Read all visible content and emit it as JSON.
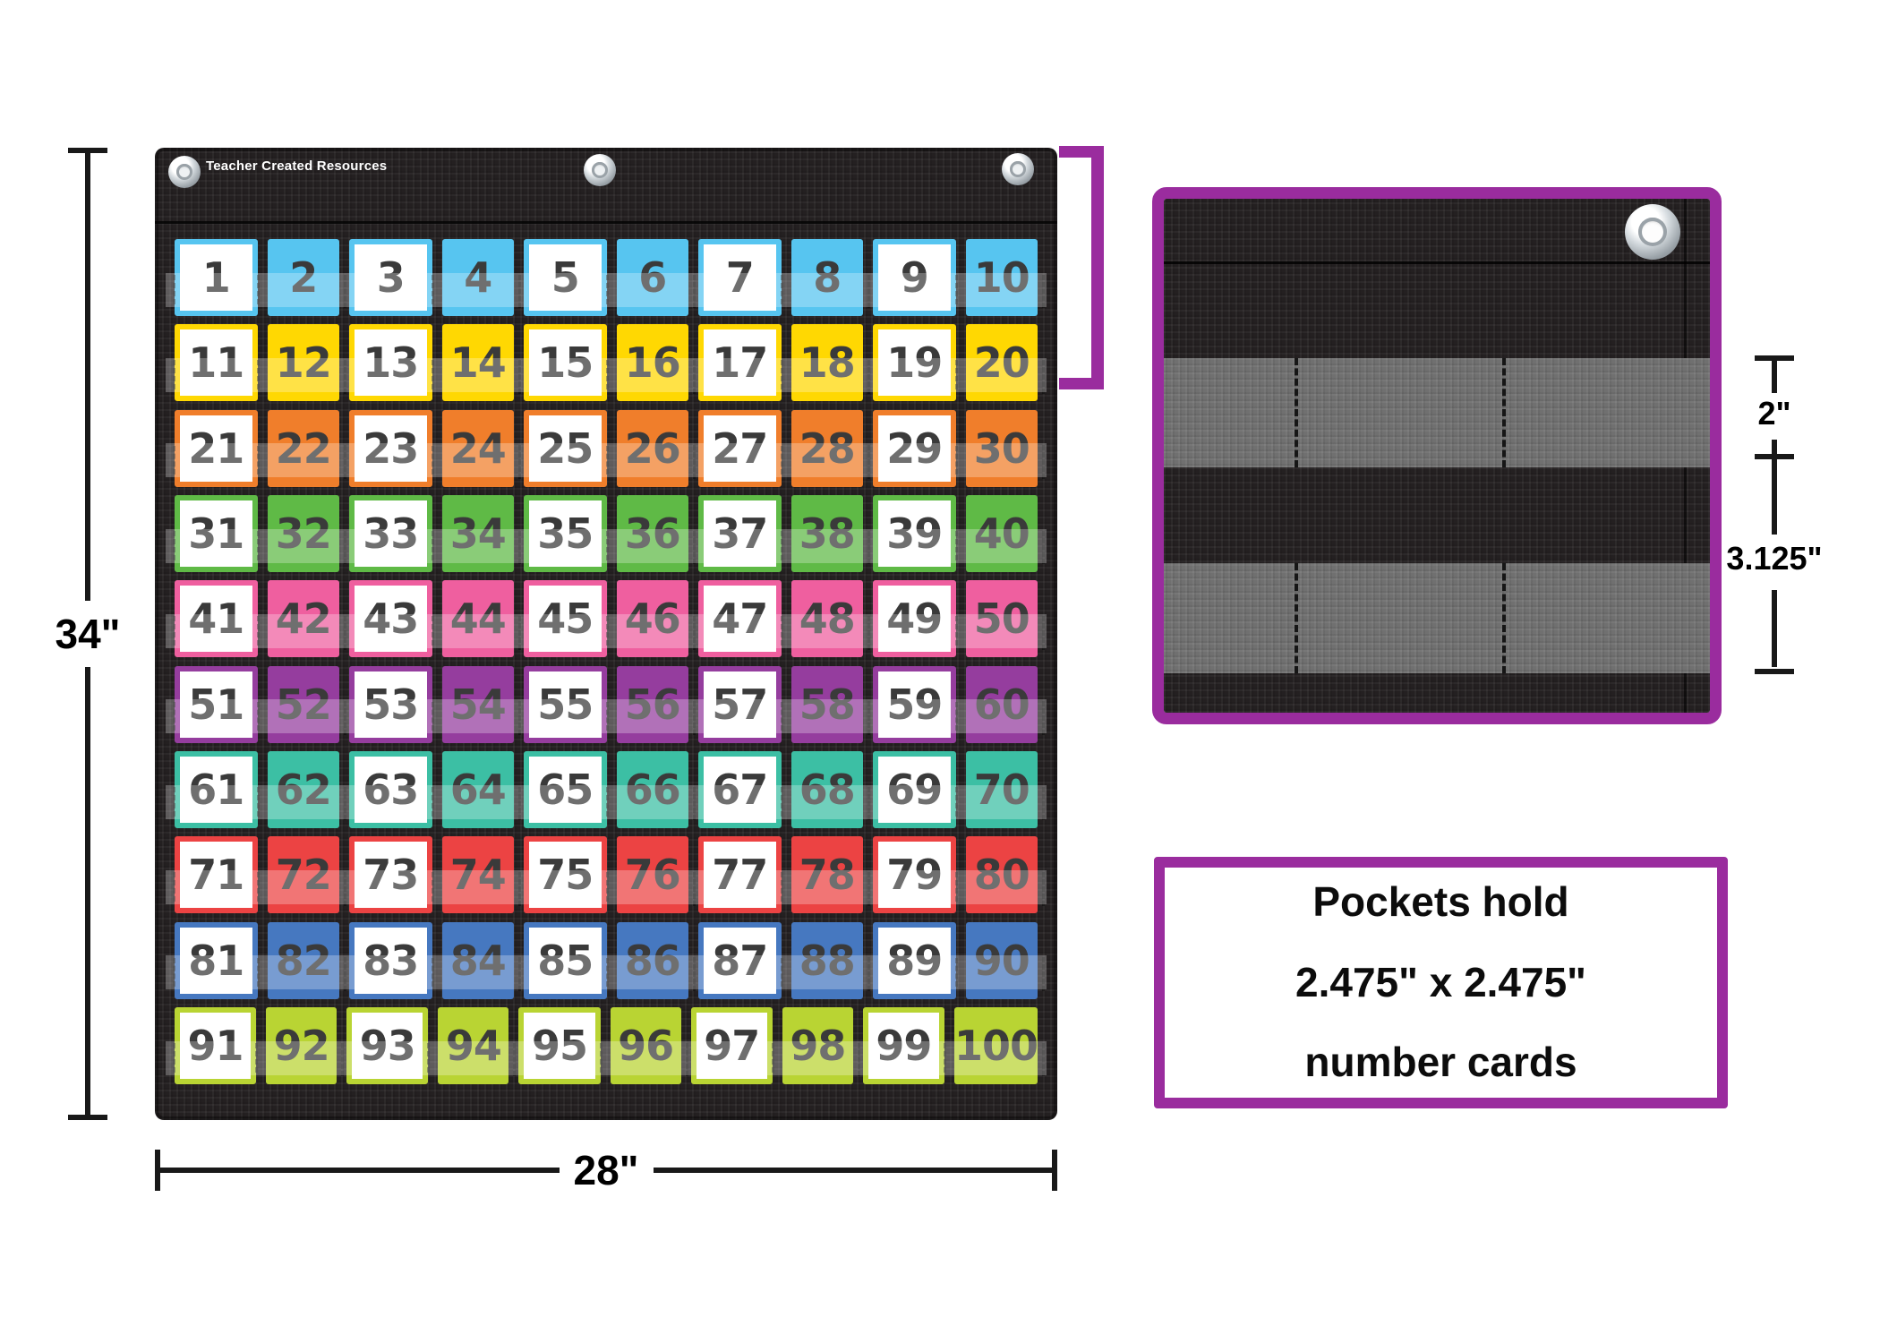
{
  "brand": {
    "logo_text": "Teacher Created Resources"
  },
  "colors": {
    "accent_purple": "#9A2C9E",
    "fabric_black": "#242021",
    "pocket_strip_gray": "#707070",
    "number_text": "#3a3a3a"
  },
  "chart": {
    "rows": [
      {
        "color": "#57C5F0",
        "numbers": [
          "1",
          "2",
          "3",
          "4",
          "5",
          "6",
          "7",
          "8",
          "9",
          "10"
        ]
      },
      {
        "color": "#FFD802",
        "numbers": [
          "11",
          "12",
          "13",
          "14",
          "15",
          "16",
          "17",
          "18",
          "19",
          "20"
        ]
      },
      {
        "color": "#F07E2B",
        "numbers": [
          "21",
          "22",
          "23",
          "24",
          "25",
          "26",
          "27",
          "28",
          "29",
          "30"
        ]
      },
      {
        "color": "#5FBA46",
        "numbers": [
          "31",
          "32",
          "33",
          "34",
          "35",
          "36",
          "37",
          "38",
          "39",
          "40"
        ]
      },
      {
        "color": "#EF5F9F",
        "numbers": [
          "41",
          "42",
          "43",
          "44",
          "45",
          "46",
          "47",
          "48",
          "49",
          "50"
        ]
      },
      {
        "color": "#953D9E",
        "numbers": [
          "51",
          "52",
          "53",
          "54",
          "55",
          "56",
          "57",
          "58",
          "59",
          "60"
        ]
      },
      {
        "color": "#3CBFA4",
        "numbers": [
          "61",
          "62",
          "63",
          "64",
          "65",
          "66",
          "67",
          "68",
          "69",
          "70"
        ]
      },
      {
        "color": "#EC4343",
        "numbers": [
          "71",
          "72",
          "73",
          "74",
          "75",
          "76",
          "77",
          "78",
          "79",
          "80"
        ]
      },
      {
        "color": "#4678C0",
        "numbers": [
          "81",
          "82",
          "83",
          "84",
          "85",
          "86",
          "87",
          "88",
          "89",
          "90"
        ]
      },
      {
        "color": "#B9D433",
        "numbers": [
          "91",
          "92",
          "93",
          "94",
          "95",
          "96",
          "97",
          "98",
          "99",
          "100"
        ]
      }
    ]
  },
  "dims": {
    "height_label": "34\"",
    "width_label": "28\"",
    "pocket_height_label": "2\"",
    "row_pitch_label": "3.125\""
  },
  "callout": {
    "line1": "Pockets hold",
    "line2": "2.475\" x 2.475\"",
    "line3": "number cards"
  }
}
